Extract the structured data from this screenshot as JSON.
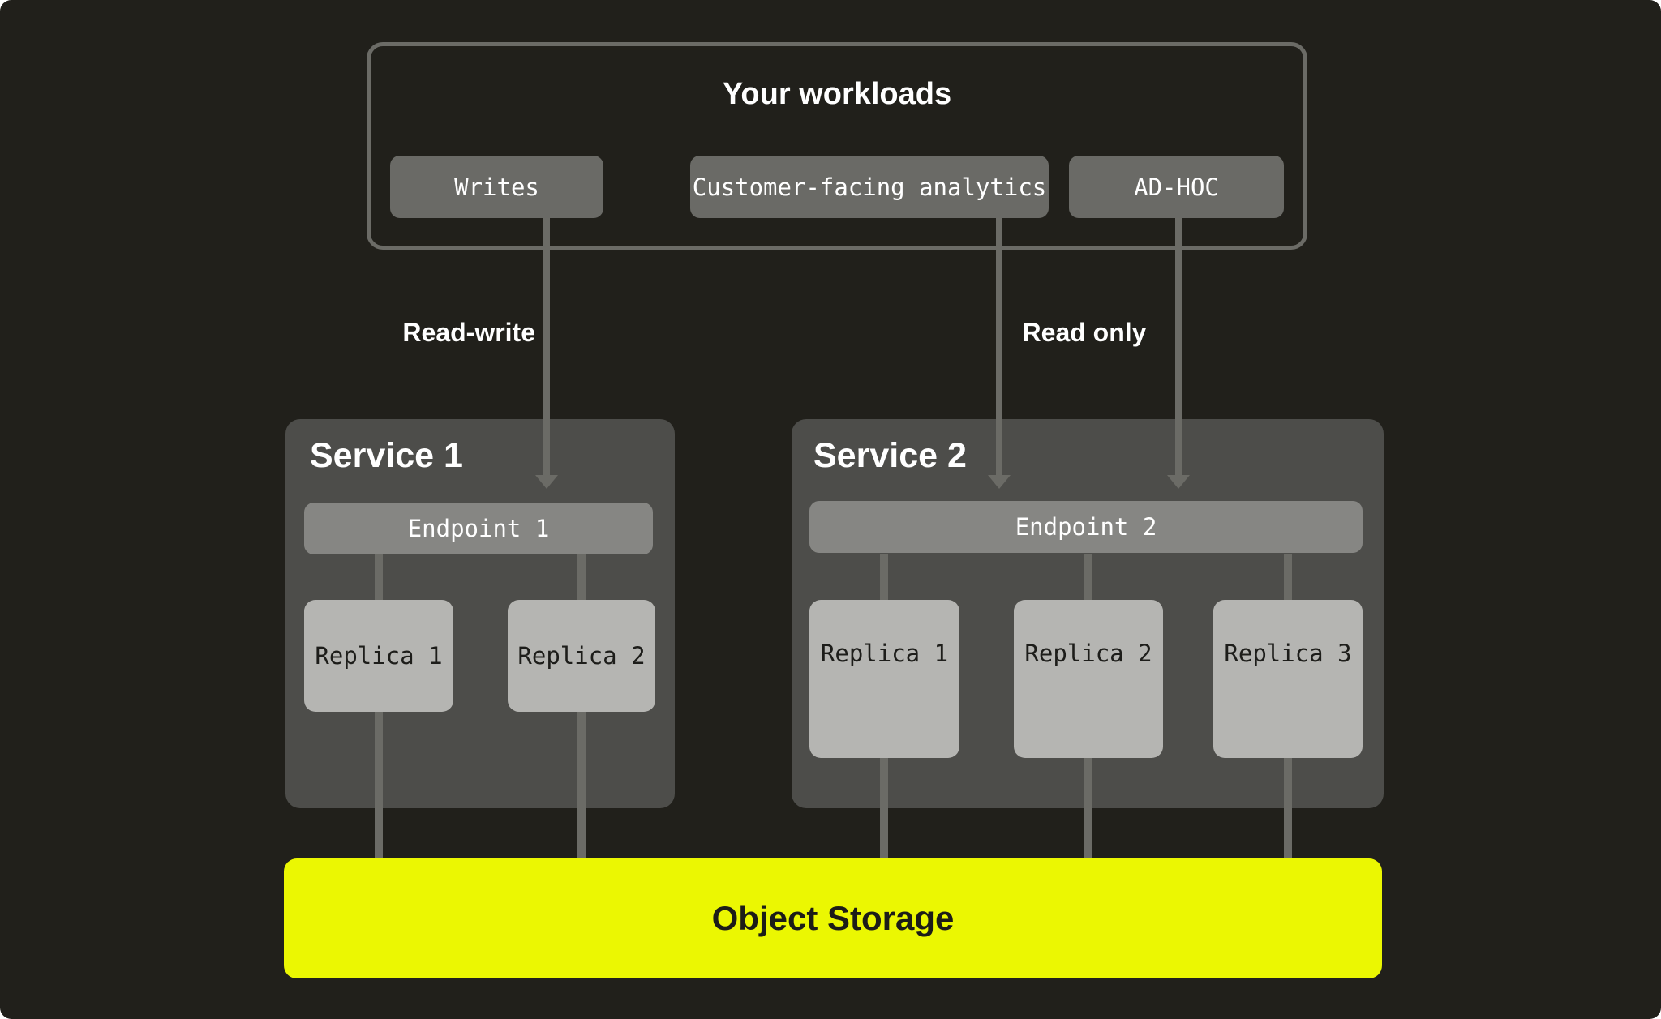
{
  "workloads": {
    "title": "Your workloads",
    "chips": [
      "Writes",
      "Customer-facing analytics",
      "AD-HOC"
    ]
  },
  "flows": {
    "read_write": "Read-write",
    "read_only": "Read only"
  },
  "services": [
    {
      "title": "Service 1",
      "endpoint": "Endpoint 1",
      "replicas": [
        "Replica 1",
        "Replica 2"
      ]
    },
    {
      "title": "Service 2",
      "endpoint": "Endpoint 2",
      "replicas": [
        "Replica 1",
        "Replica 2",
        "Replica 3"
      ]
    }
  ],
  "storage": {
    "title": "Object Storage"
  },
  "colors": {
    "background": "#21201B",
    "panel": "#4D4D4A",
    "chip": "#6A6A66",
    "endpoint": "#868683",
    "replica": "#B5B5B2",
    "line": "#6B6B66",
    "accent_yellow": "#EBF702",
    "text_light": "#FFFFFF",
    "text_dark": "#1C1C18"
  }
}
